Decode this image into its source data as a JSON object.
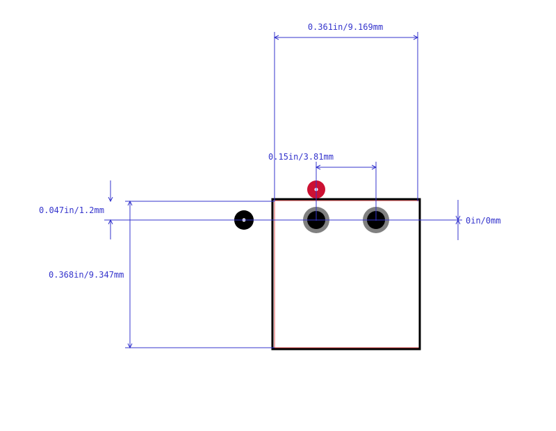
{
  "dimensions": {
    "width_label": "0.361in/9.169mm",
    "pitch_label": "0.15in/3.81mm",
    "offset_label": "0.047in/1.2mm",
    "height_label": "0.368in/9.347mm",
    "zero_label": "0in/0mm"
  },
  "colors": {
    "dimension": "#3333cc",
    "outline": "#000000",
    "courtyard": "#e05050",
    "pad_ring": "#808080",
    "pad_hole": "#000000",
    "pin1_marker": "#cc1133"
  }
}
